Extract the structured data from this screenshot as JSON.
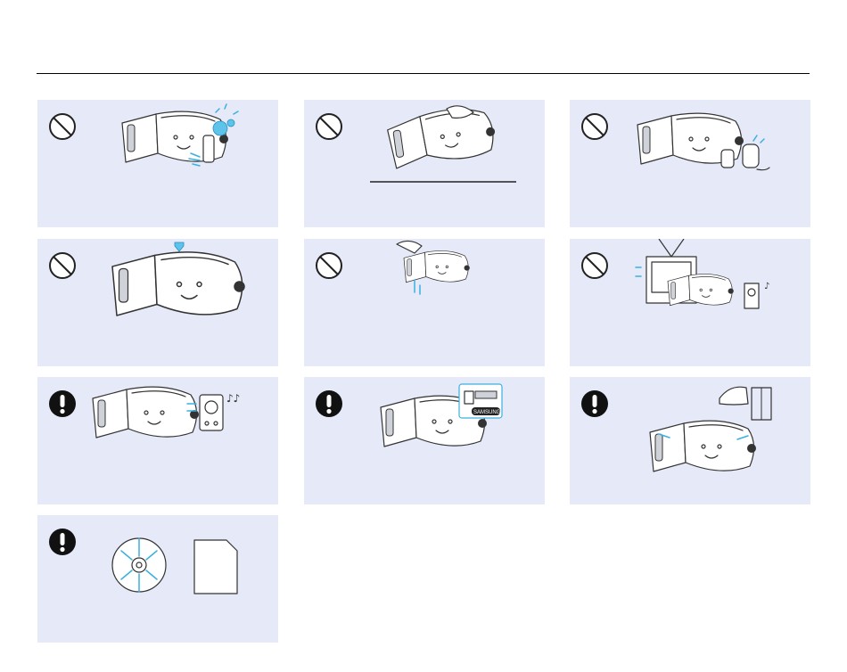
{
  "page": {
    "title": ""
  },
  "colors": {
    "panel_background": "#e6e9f7",
    "rule": "#000000",
    "prohibition_icon": "#222222",
    "caution_icon": "#111111",
    "accent_blue": "#3ab0e0"
  },
  "panels": [
    {
      "id": "p1",
      "icon": "prohibition-icon",
      "subject": "camcorder-near-water-spray"
    },
    {
      "id": "p2",
      "icon": "prohibition-icon",
      "subject": "camcorder-pressed-on-surface"
    },
    {
      "id": "p3",
      "icon": "prohibition-icon",
      "subject": "camcorder-with-small-creatures"
    },
    {
      "id": "p4",
      "icon": "prohibition-icon",
      "subject": "camcorder-dripping-liquid"
    },
    {
      "id": "p5",
      "icon": "prohibition-icon",
      "subject": "camcorder-held-by-lcd"
    },
    {
      "id": "p6",
      "icon": "prohibition-icon",
      "subject": "camcorder-near-tv-speaker"
    },
    {
      "id": "p7",
      "icon": "caution-icon",
      "subject": "camcorder-near-speaker"
    },
    {
      "id": "p8",
      "icon": "caution-icon",
      "subject": "camcorder-with-accessory-box"
    },
    {
      "id": "p9",
      "icon": "caution-icon",
      "subject": "camcorder-near-window"
    },
    {
      "id": "p10",
      "icon": "caution-icon",
      "subject": "disc-and-memory-card"
    }
  ],
  "labels": {
    "brand_tag": "SAMSUNG"
  }
}
